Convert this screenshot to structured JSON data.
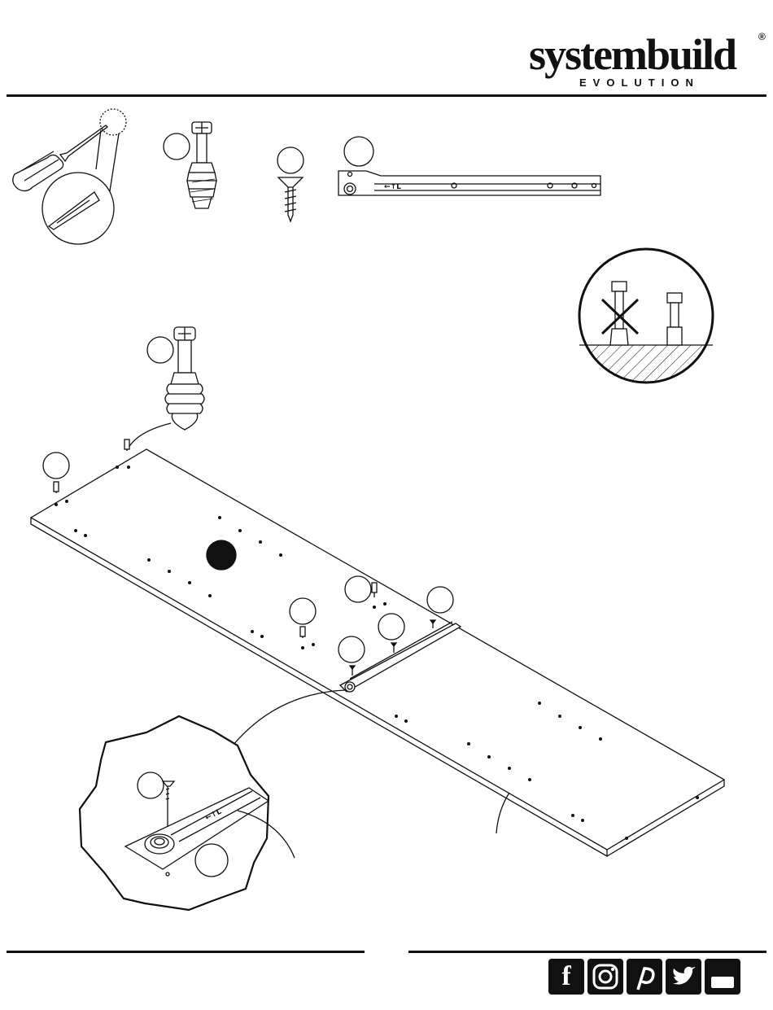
{
  "brand": {
    "name": "systembuild",
    "registered_mark": "®",
    "tagline": "EVOLUTION"
  },
  "hardware_parts": [
    {
      "icon": "screwdriver-icon"
    },
    {
      "icon": "cam-bolt-icon"
    },
    {
      "icon": "screw-icon"
    },
    {
      "icon": "drawer-slide-icon"
    }
  ],
  "slide_marking": "←↑L",
  "social_icons": [
    "facebook-icon",
    "instagram-icon",
    "pinterest-icon",
    "twitter-icon",
    "youtube-icon"
  ],
  "colors": {
    "line": "#111111",
    "background": "#ffffff"
  }
}
